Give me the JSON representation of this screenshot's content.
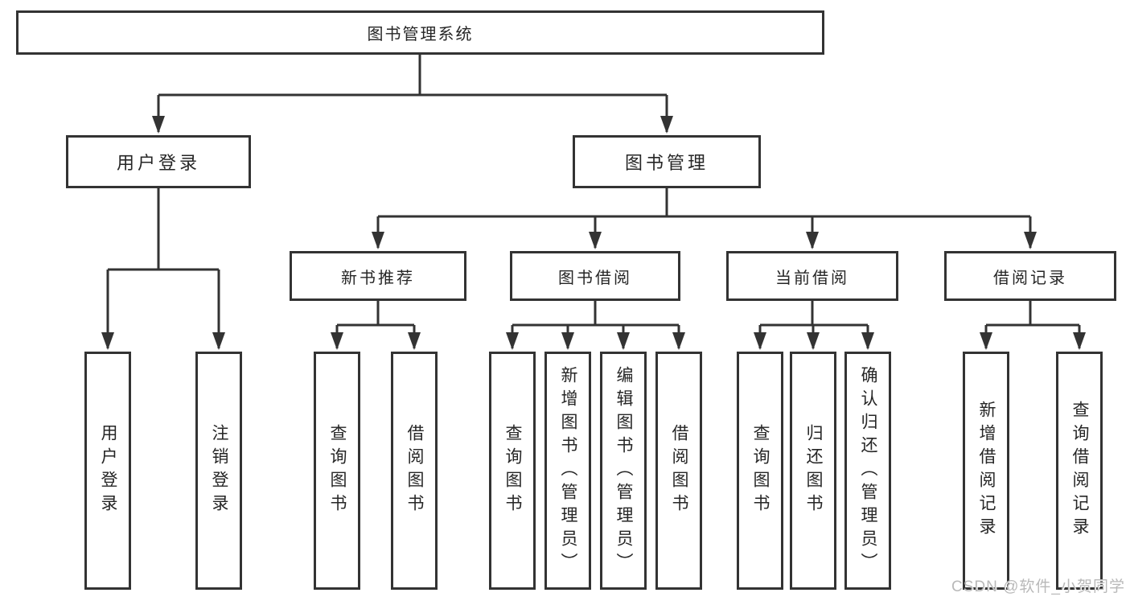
{
  "diagram": {
    "title": "图书管理系统",
    "nodes": {
      "root": "图书管理系统",
      "level2": [
        "用户登录",
        "图书管理"
      ],
      "level3": [
        "新书推荐",
        "图书借阅",
        "当前借阅",
        "借阅记录"
      ],
      "login_children": [
        "用户登录",
        "注销登录"
      ],
      "newbook_children": [
        "查询图书",
        "借阅图书"
      ],
      "bookborrow_children": [
        "查询图书",
        "新增图书（管理员）",
        "编辑图书（管理员）",
        "借阅图书"
      ],
      "current_children": [
        "查询图书",
        "归还图书",
        "确认归还（管理员）"
      ],
      "records_children": [
        "新增借阅记录",
        "查询借阅记录"
      ]
    },
    "colors": {
      "line": "#333333",
      "border": "#333333",
      "text": "#262626",
      "watermark": "#b9b9b9",
      "background": "#ffffff"
    },
    "watermark": "CSDN @软件_小贺同学"
  }
}
